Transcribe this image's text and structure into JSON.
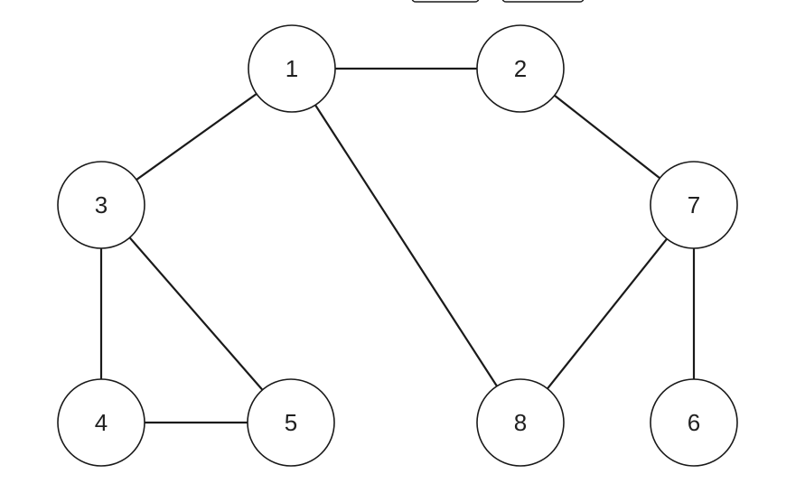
{
  "graph": {
    "nodes": [
      {
        "id": "1",
        "label": "1"
      },
      {
        "id": "2",
        "label": "2"
      },
      {
        "id": "3",
        "label": "3"
      },
      {
        "id": "7",
        "label": "7"
      },
      {
        "id": "4",
        "label": "4"
      },
      {
        "id": "5",
        "label": "5"
      },
      {
        "id": "8",
        "label": "8"
      },
      {
        "id": "6",
        "label": "6"
      }
    ],
    "edges": [
      {
        "from": "1",
        "to": "2"
      },
      {
        "from": "1",
        "to": "3"
      },
      {
        "from": "1",
        "to": "8"
      },
      {
        "from": "2",
        "to": "7"
      },
      {
        "from": "3",
        "to": "4"
      },
      {
        "from": "3",
        "to": "5"
      },
      {
        "from": "4",
        "to": "5"
      },
      {
        "from": "7",
        "to": "8"
      },
      {
        "from": "7",
        "to": "6"
      }
    ]
  },
  "colors": {
    "stroke": "#1a1a1a",
    "node_fill": "#ffffff",
    "label": "#1f1f1f",
    "background": "#ffffff"
  }
}
